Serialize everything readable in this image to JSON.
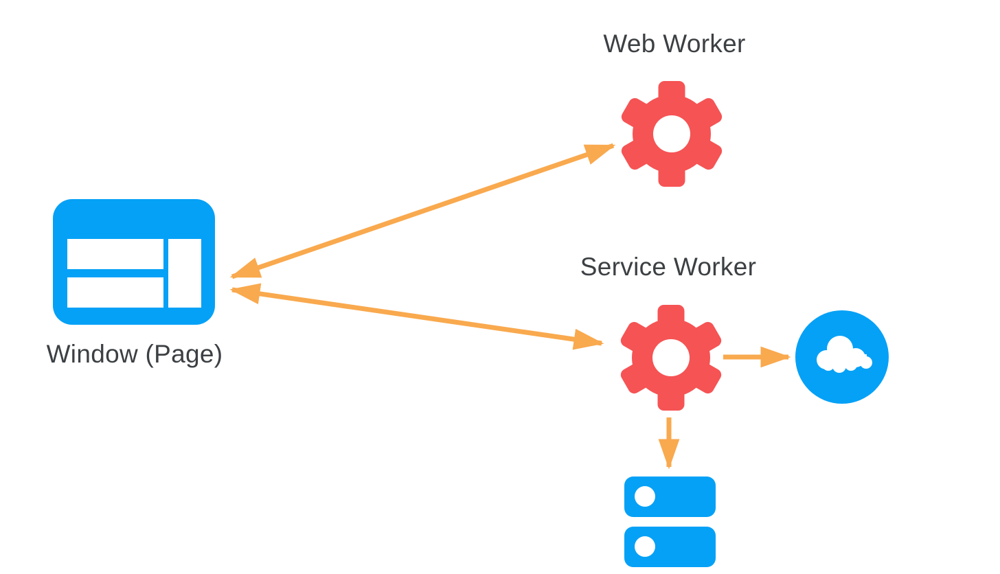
{
  "colors": {
    "background": "#FFFFFF",
    "blue": "#05A1F6",
    "red": "#F65354",
    "orange": "#F9A94E",
    "text": "#3C4043",
    "white": "#FFFFFF"
  },
  "nodes": {
    "window": {
      "label": "Window (Page)",
      "icon": "browser-window-icon"
    },
    "web_worker": {
      "label": "Web Worker",
      "icon": "gear-icon"
    },
    "service_worker": {
      "label": "Service Worker",
      "icon": "gear-icon"
    },
    "network": {
      "icon": "cloud-icon"
    },
    "storage": {
      "icon": "database-stack-icon"
    }
  },
  "edges": [
    {
      "from": "window",
      "to": "web_worker",
      "style": "bidirectional-arrow"
    },
    {
      "from": "window",
      "to": "service_worker",
      "style": "bidirectional-arrow"
    },
    {
      "from": "service_worker",
      "to": "network",
      "style": "arrow"
    },
    {
      "from": "service_worker",
      "to": "storage",
      "style": "arrow"
    }
  ]
}
